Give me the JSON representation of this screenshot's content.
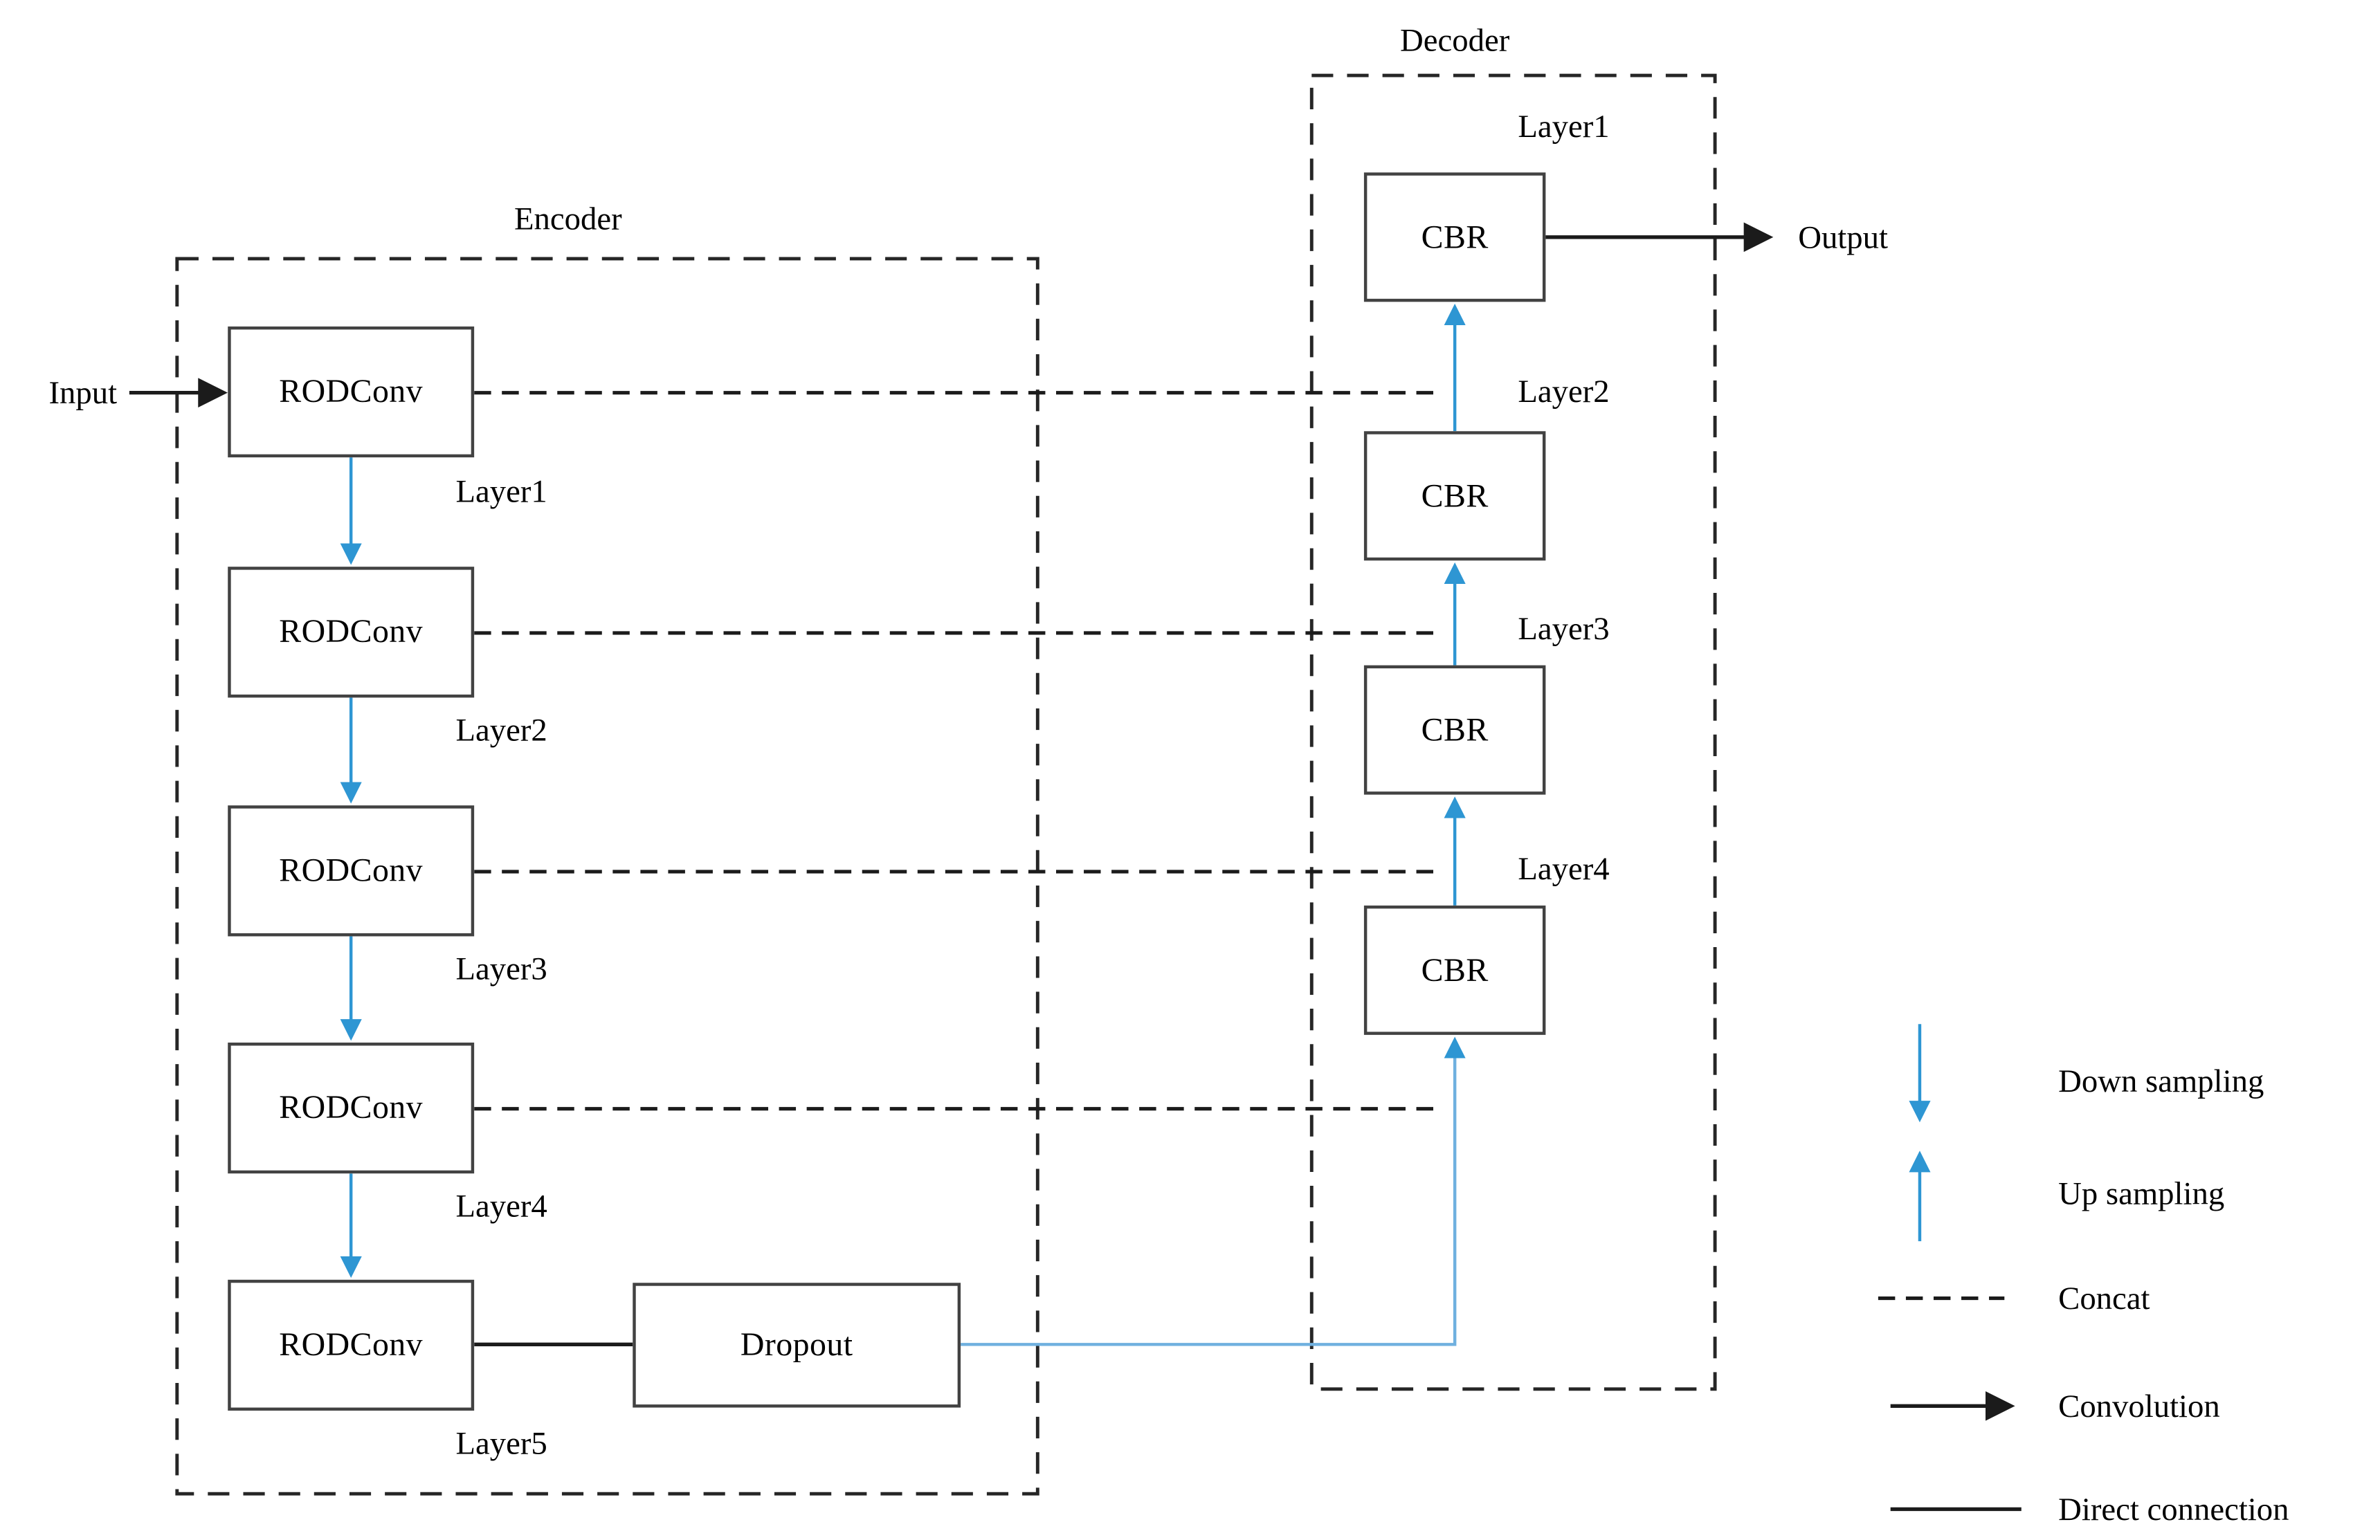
{
  "io": {
    "input_label": "Input",
    "output_label": "Output"
  },
  "encoder": {
    "title": "Encoder",
    "blocks": [
      {
        "name": "RODConv",
        "layer": "Layer1"
      },
      {
        "name": "RODConv",
        "layer": "Layer2"
      },
      {
        "name": "RODConv",
        "layer": "Layer3"
      },
      {
        "name": "RODConv",
        "layer": "Layer4"
      },
      {
        "name": "RODConv",
        "layer": "Layer5"
      }
    ],
    "dropout_label": "Dropout"
  },
  "decoder": {
    "title": "Decoder",
    "blocks": [
      {
        "name": "CBR",
        "layer": "Layer1"
      },
      {
        "name": "CBR",
        "layer": "Layer2"
      },
      {
        "name": "CBR",
        "layer": "Layer3"
      },
      {
        "name": "CBR",
        "layer": "Layer4"
      }
    ]
  },
  "legend": {
    "items": [
      {
        "symbol": "down-arrow",
        "label": "Down sampling"
      },
      {
        "symbol": "up-arrow",
        "label": "Up sampling"
      },
      {
        "symbol": "dashed-line",
        "label": "Concat"
      },
      {
        "symbol": "solid-arrow",
        "label": "Convolution"
      },
      {
        "symbol": "solid-line",
        "label": "Direct connection"
      }
    ]
  },
  "colors": {
    "accent_blue": "#2E96D3",
    "accent_blue_light": "#6FB0DF",
    "line_dark": "#1B1B1B",
    "box_border": "#424242",
    "boundary": "#262626",
    "text": "#000000",
    "background": "#FFFFFF"
  }
}
